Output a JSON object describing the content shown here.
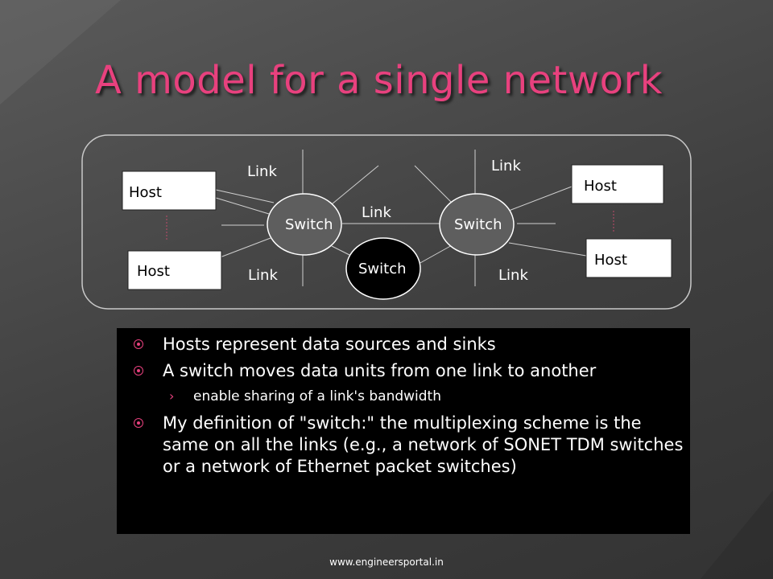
{
  "slide": {
    "title": "A model for a single network",
    "footer": "www.engineersportal.in"
  },
  "diagram": {
    "hosts": [
      "Host",
      "Host",
      "Host",
      "Host"
    ],
    "switches": [
      "Switch",
      "Switch",
      "Switch"
    ],
    "links": [
      "Link",
      "Link",
      "Link",
      "Link",
      "Link"
    ]
  },
  "bullets": [
    {
      "text": "Hosts represent data sources and sinks"
    },
    {
      "text": "A switch moves data units from one link to another"
    },
    {
      "text": "My definition of \"switch:\" the multiplexing scheme is the same on all the links (e.g., a network of SONET TDM switches or a network of Ethernet packet switches)"
    }
  ],
  "sub_bullets": [
    {
      "text": "enable sharing of a link's bandwidth"
    }
  ],
  "colors": {
    "accent": "#e8417e",
    "background": "#4a4a4a",
    "text_box": "#000000"
  }
}
